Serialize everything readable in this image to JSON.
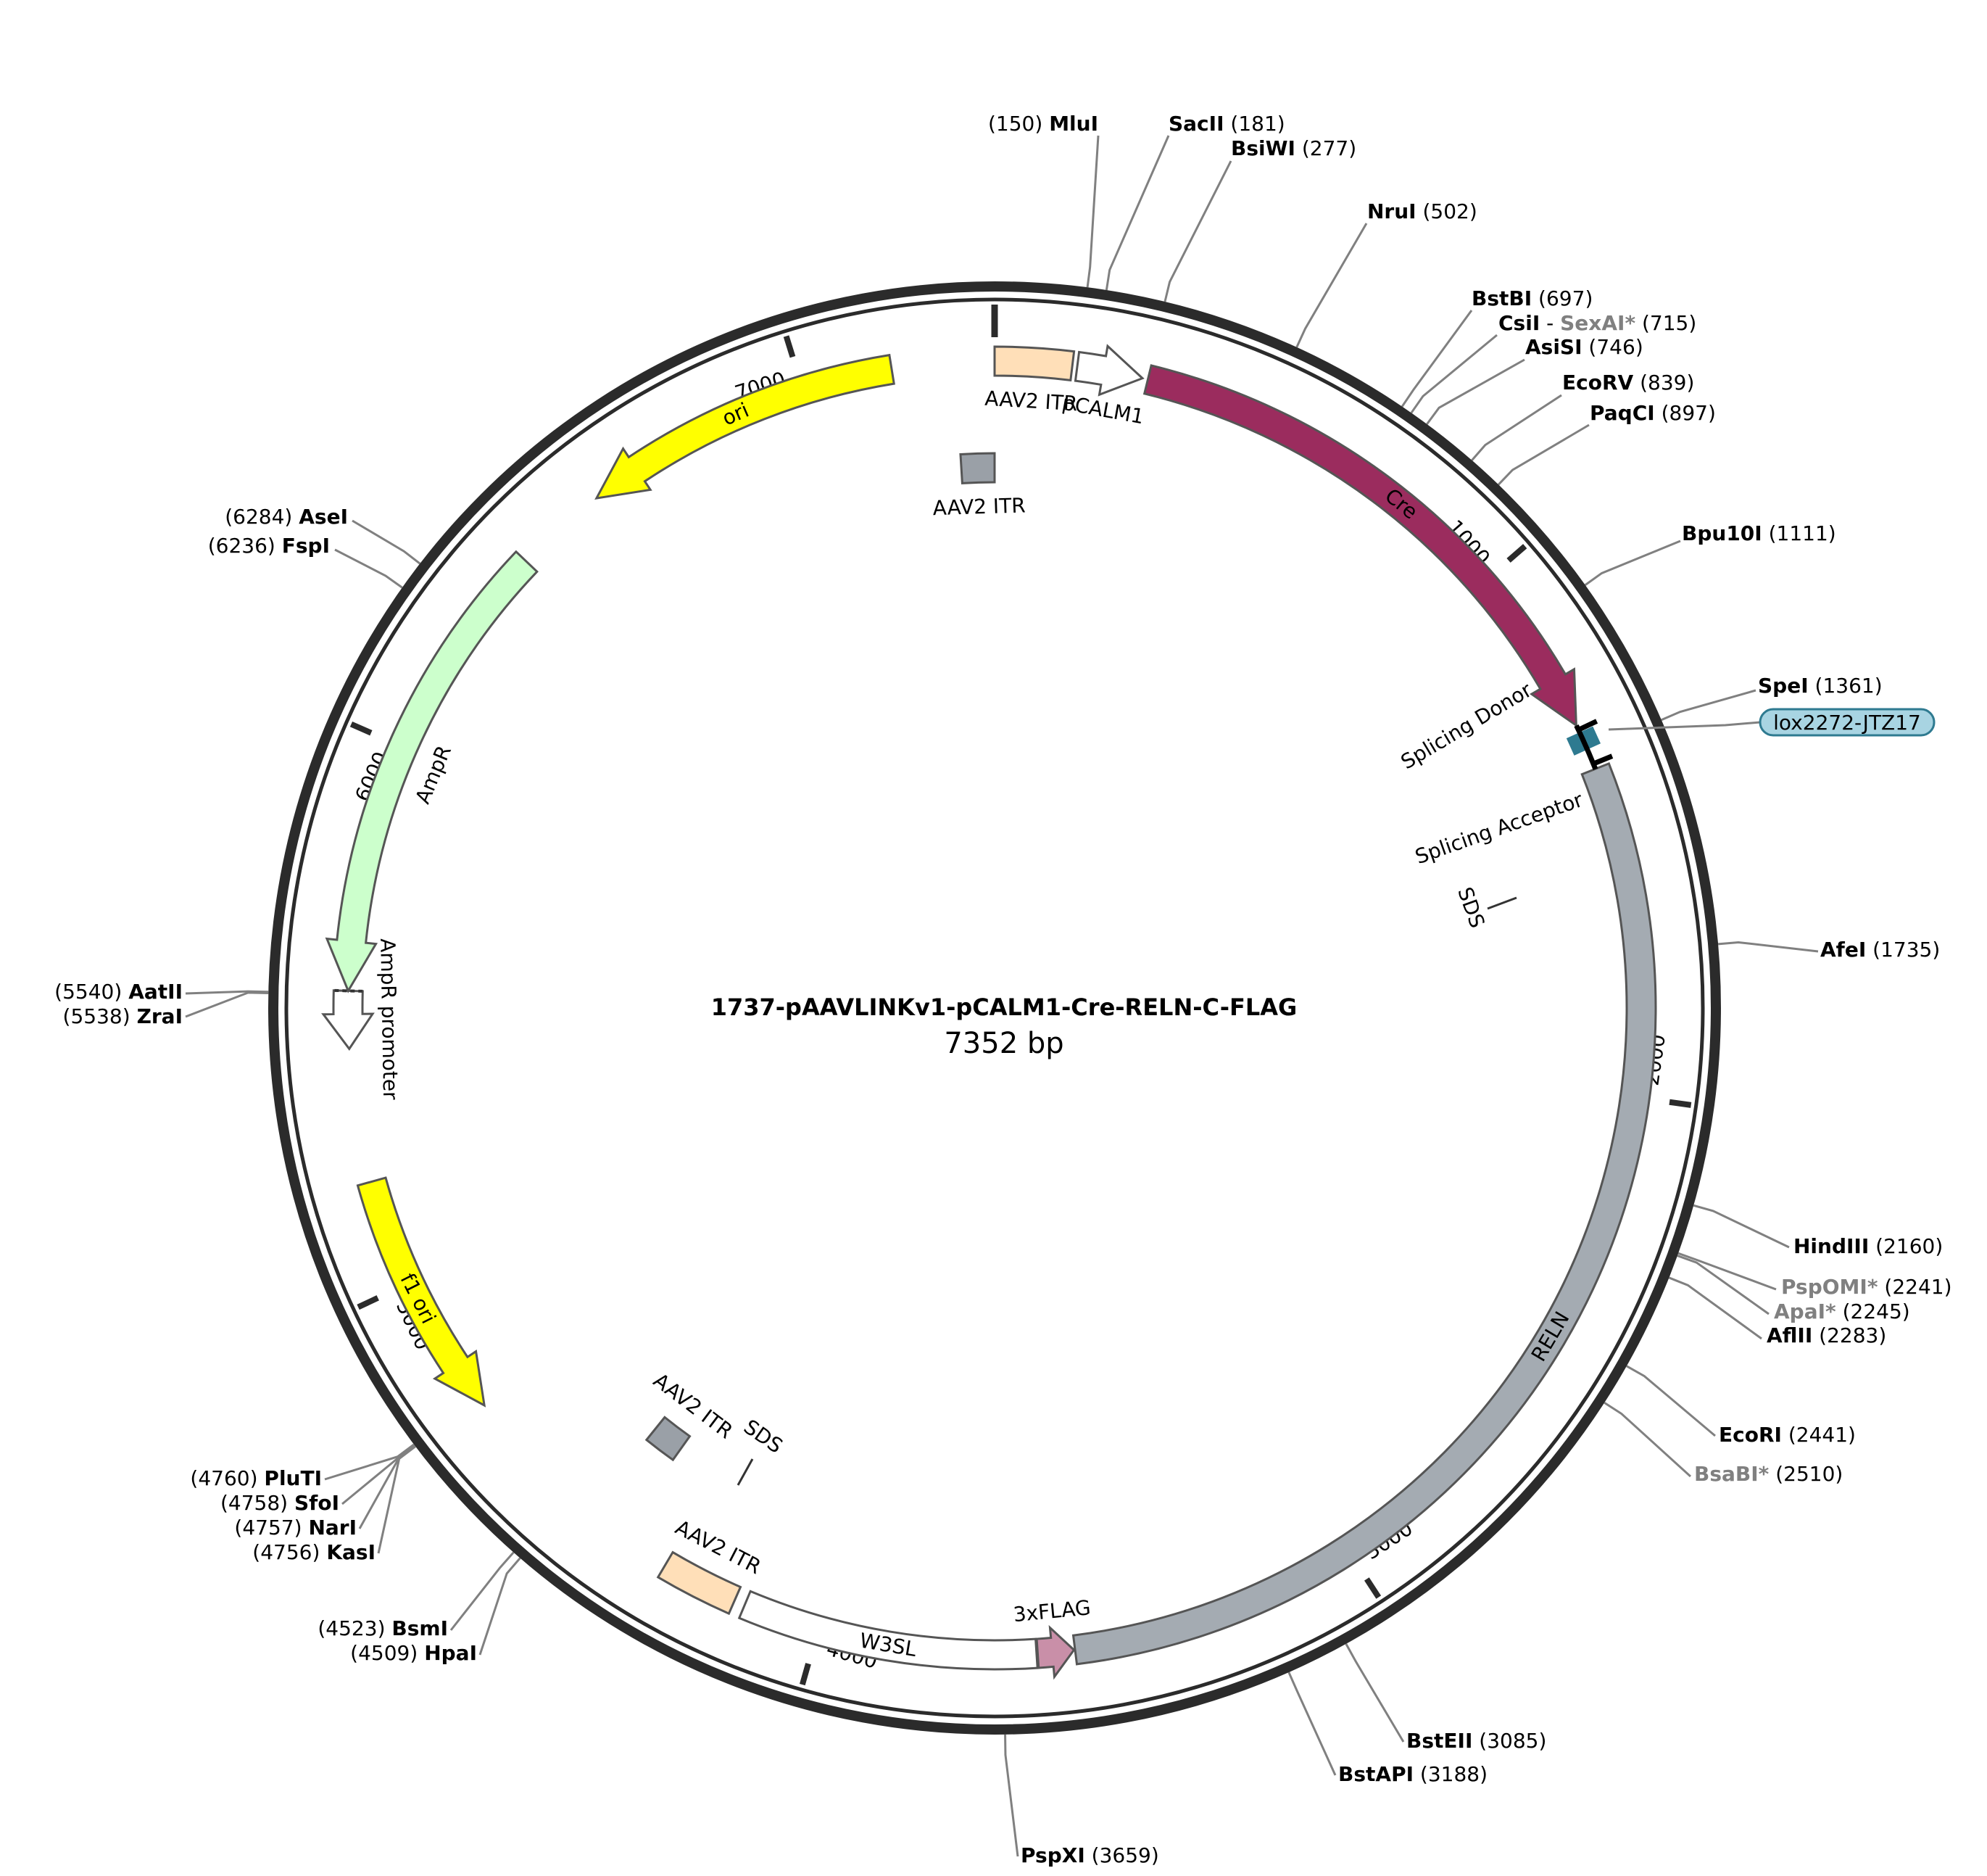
{
  "plasmid": {
    "name": "1737-pAAVLINKv1-pCALM1-Cre-RELN-C-FLAG",
    "size_text": "7352 bp",
    "length": 7352
  },
  "colors": {
    "backbone": "#2b2b2b",
    "ori": "#ffff00",
    "f1_ori": "#ffff00",
    "cre": "#9b2c5e",
    "reln": "#a4abb2",
    "ampr": "#ccffcc",
    "itr": "#ffdfb8",
    "itr_grey": "#9aa0a7",
    "flag": "#c98fa8",
    "lox": "#2e7a90",
    "leader": "#808080",
    "highlight_box": "#a8d4e2"
  },
  "ticks": [
    "1000",
    "2000",
    "3000",
    "4000",
    "5000",
    "6000",
    "7000"
  ],
  "features": [
    {
      "key": "itr1",
      "label": "AAV2 ITR",
      "type": "box",
      "color": "itr",
      "start": 0,
      "end": 141,
      "track": 0
    },
    {
      "key": "pcalm1",
      "label": "pCALM1",
      "type": "arrow",
      "color": "none",
      "start": 150,
      "end": 270,
      "dir": 1,
      "track": 0
    },
    {
      "key": "cre",
      "label": "Cre",
      "type": "arrow",
      "color": "cre",
      "start": 280,
      "end": 1309,
      "dir": 1,
      "track": 0,
      "inside_label": true,
      "label_color": "#ffffff"
    },
    {
      "key": "reln",
      "label": "RELN",
      "type": "box",
      "color": "reln",
      "start": 1395,
      "end": 3530,
      "track": 0,
      "inside_label": true,
      "label_color": "#000000"
    },
    {
      "key": "flag",
      "label": "3xFLAG",
      "type": "arrow",
      "color": "flag",
      "start": 3532,
      "end": 3598,
      "dir": -1,
      "track": 0
    },
    {
      "key": "w3sl",
      "label": "W3SL",
      "type": "box",
      "color": "none",
      "start": 3600,
      "end": 4140,
      "track": 0,
      "inside_label": true,
      "label_color": "#000000"
    },
    {
      "key": "itr2",
      "label": "AAV2 ITR",
      "type": "box",
      "color": "itr",
      "start": 4160,
      "end": 4301,
      "track": 0
    },
    {
      "key": "f1ori",
      "label": "f1 ori",
      "type": "arrow",
      "color": "f1_ori",
      "start": 4740,
      "end": 5196,
      "dir": -1,
      "track": 0,
      "inside_label": true,
      "label_color": "#000000"
    },
    {
      "key": "amprpro",
      "label": "AmpR promoter",
      "type": "arrow",
      "color": "none",
      "start": 5440,
      "end": 5545,
      "dir": -1,
      "track": 0
    },
    {
      "key": "ampr",
      "label": "AmpR",
      "type": "arrow",
      "color": "ampr",
      "start": 5545,
      "end": 6405,
      "dir": -1,
      "track": 0
    },
    {
      "key": "ori",
      "label": "ori",
      "type": "arrow",
      "color": "ori",
      "start": 6576,
      "end": 7165,
      "dir": -1,
      "track": 0,
      "inside_label": true,
      "label_color": "#000000"
    },
    {
      "key": "itrg1",
      "label": "AAV2 ITR",
      "type": "box",
      "color": "itr_grey",
      "start": 7280,
      "end": 7352,
      "track": 1
    },
    {
      "key": "itrg2",
      "label": "AAV2 ITR",
      "type": "box",
      "color": "itr_grey",
      "start": 4400,
      "end": 4470,
      "track": 1
    }
  ],
  "small_labels": [
    {
      "key": "sd",
      "label": "Splicing Donor"
    },
    {
      "key": "sa",
      "label": "Splicing Acceptor"
    },
    {
      "key": "sds1",
      "label": "SDS"
    },
    {
      "key": "sds2",
      "label": "SDS"
    },
    {
      "key": "lox",
      "label": "lox2272-JTZ17"
    }
  ],
  "sites": [
    {
      "key": "mlui",
      "name": "MluI",
      "pos": "150",
      "bp": 150,
      "grey": false
    },
    {
      "key": "sacii",
      "name": "SacII",
      "pos": "181",
      "bp": 181,
      "grey": false
    },
    {
      "key": "bsiwi",
      "name": "BsiWI",
      "pos": "277",
      "bp": 277,
      "grey": false
    },
    {
      "key": "nrui",
      "name": "NruI",
      "pos": "502",
      "bp": 502,
      "grey": false
    },
    {
      "key": "bstbi",
      "name": "BstBI",
      "pos": "697",
      "bp": 697,
      "grey": false
    },
    {
      "key": "csii",
      "name": "CsiI",
      "alt": "SexAI*",
      "pos": "715",
      "bp": 715,
      "grey": false
    },
    {
      "key": "asisi",
      "name": "AsiSI",
      "pos": "746",
      "bp": 746,
      "grey": false
    },
    {
      "key": "ecorv",
      "name": "EcoRV",
      "pos": "839",
      "bp": 839,
      "grey": false
    },
    {
      "key": "paqci",
      "name": "PaqCI",
      "pos": "897",
      "bp": 897,
      "grey": false
    },
    {
      "key": "bpu10i",
      "name": "Bpu10I",
      "pos": "1111",
      "bp": 1111,
      "grey": false
    },
    {
      "key": "spei",
      "name": "SpeI",
      "pos": "1361",
      "bp": 1361,
      "grey": false
    },
    {
      "key": "afei",
      "name": "AfeI",
      "pos": "1735",
      "bp": 1735,
      "grey": false
    },
    {
      "key": "hindiii",
      "name": "HindIII",
      "pos": "2160",
      "bp": 2160,
      "grey": false
    },
    {
      "key": "pspomi",
      "name": "PspOMI*",
      "pos": "2241",
      "bp": 2241,
      "grey": true
    },
    {
      "key": "apai",
      "name": "ApaI*",
      "pos": "2245",
      "bp": 2245,
      "grey": true
    },
    {
      "key": "aflii",
      "name": "AflII",
      "pos": "2283",
      "bp": 2283,
      "grey": false
    },
    {
      "key": "ecori",
      "name": "EcoRI",
      "pos": "2441",
      "bp": 2441,
      "grey": false
    },
    {
      "key": "bsabi",
      "name": "BsaBI*",
      "pos": "2510",
      "bp": 2510,
      "grey": true
    },
    {
      "key": "bsteii",
      "name": "BstEII",
      "pos": "3085",
      "bp": 3085,
      "grey": false
    },
    {
      "key": "bstapi",
      "name": "BstAPI",
      "pos": "3188",
      "bp": 3188,
      "grey": false
    },
    {
      "key": "pspxi",
      "name": "PspXI",
      "pos": "3659",
      "bp": 3659,
      "grey": false
    },
    {
      "key": "hpai",
      "name": "HpaI",
      "pos": "4509",
      "bp": 4509,
      "grey": false
    },
    {
      "key": "bsmi",
      "name": "BsmI",
      "pos": "4523",
      "bp": 4523,
      "grey": false
    },
    {
      "key": "kasi",
      "name": "KasI",
      "pos": "4756",
      "bp": 4756,
      "grey": false
    },
    {
      "key": "nari",
      "name": "NarI",
      "pos": "4757",
      "bp": 4757,
      "grey": false
    },
    {
      "key": "sfoi",
      "name": "SfoI",
      "pos": "4758",
      "bp": 4758,
      "grey": false
    },
    {
      "key": "pluti",
      "name": "PluTI",
      "pos": "4760",
      "bp": 4760,
      "grey": false
    },
    {
      "key": "zrai",
      "name": "ZraI",
      "pos": "5538",
      "bp": 5538,
      "grey": false
    },
    {
      "key": "aatii",
      "name": "AatII",
      "pos": "5540",
      "bp": 5540,
      "grey": false
    },
    {
      "key": "fspi",
      "name": "FspI",
      "pos": "6236",
      "bp": 6236,
      "grey": false
    },
    {
      "key": "asei",
      "name": "AseI",
      "pos": "6284",
      "bp": 6284,
      "grey": false
    }
  ]
}
